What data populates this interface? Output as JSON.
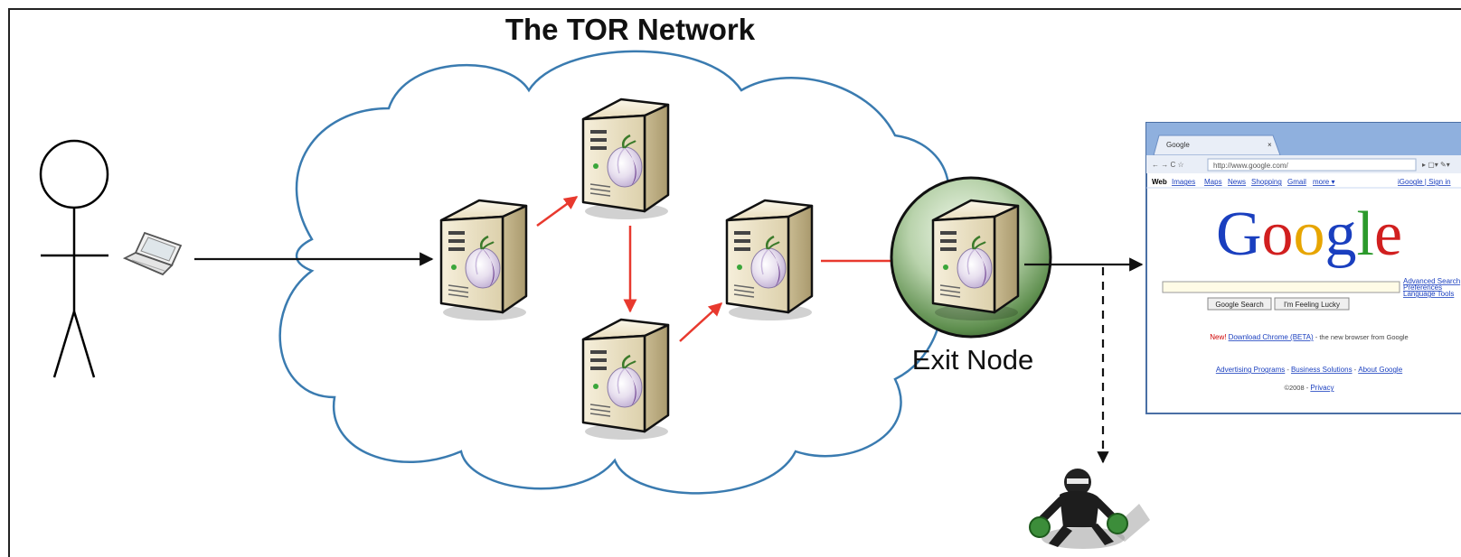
{
  "diagram": {
    "title": "The TOR Network",
    "exit_node_label": "Exit Node"
  },
  "browser": {
    "tab_title": "Google",
    "address": "http://www.google.com/",
    "nav_links_bold": "Web",
    "nav_links": [
      "Images",
      "Maps",
      "News",
      "Shopping",
      "Gmail",
      "more ▾"
    ],
    "account_links": "iGoogle | Sign in",
    "logo": "Google",
    "right_links": [
      "Advanced Search",
      "Preferences",
      "Language Tools"
    ],
    "buttons": [
      "Google Search",
      "I'm Feeling Lucky"
    ],
    "promo_new": "New!",
    "promo_link": "Download Chrome (BETA)",
    "promo_rest": " - the new browser from Google",
    "footer_links": [
      "Advertising Programs",
      "Business Solutions",
      "About Google"
    ],
    "copyright": "©2008 -",
    "privacy": "Privacy"
  },
  "colors": {
    "cloud_stroke": "#3a7bb0",
    "arrow_red": "#e8392e",
    "arrow_black": "#111111",
    "server_body": "#efe6cc",
    "onion_purple": "#6d3f8f",
    "exit_green": "#4a7f3b"
  }
}
